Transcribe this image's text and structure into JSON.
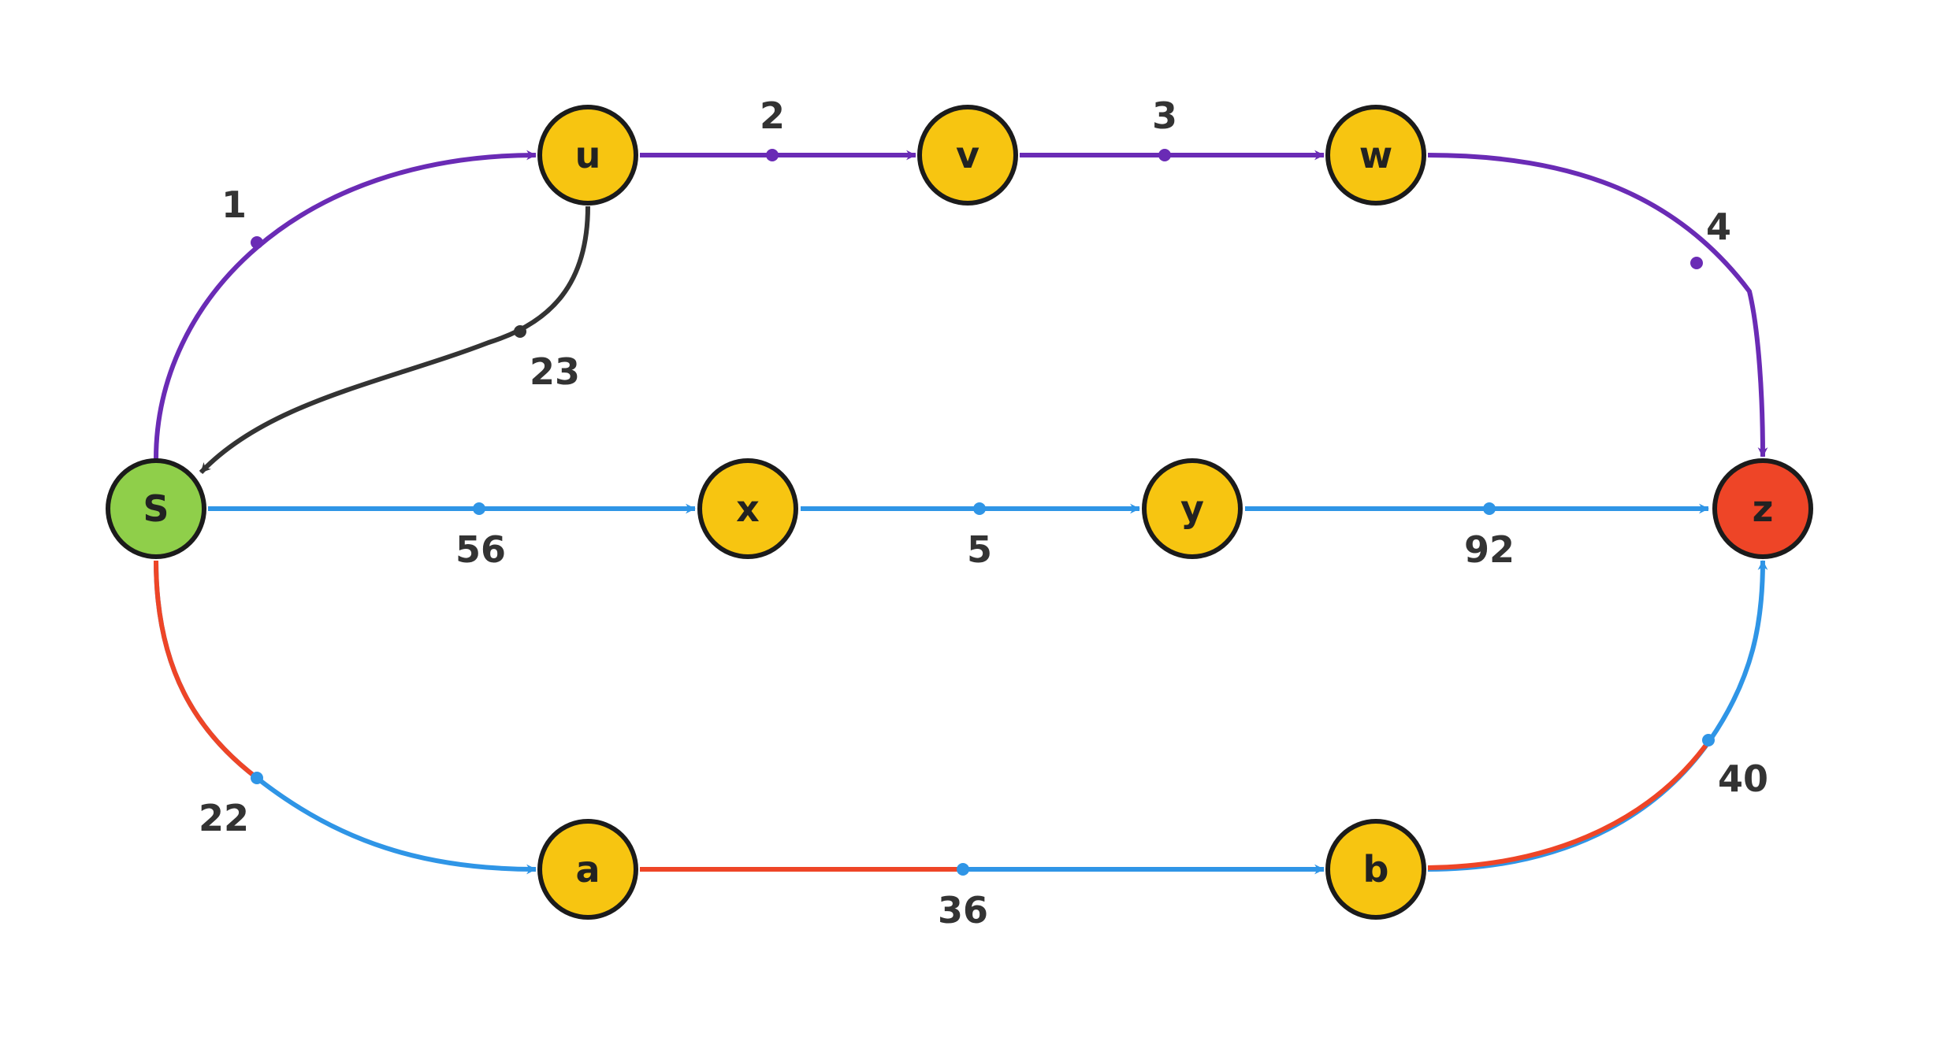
{
  "colors": {
    "background": "#ffffff",
    "node_outline": "#1b1b1b",
    "node_default": "#f7c511",
    "node_source": "#8fcf4a",
    "node_target": "#ee4527",
    "purple": "#6a2bb5",
    "blue": "#2f95e6",
    "red": "#ee4527",
    "dark": "#333333"
  },
  "nodes": {
    "s": {
      "label": "S",
      "fill": "#8fcf4a"
    },
    "u": {
      "label": "u",
      "fill": "#f7c511"
    },
    "v": {
      "label": "v",
      "fill": "#f7c511"
    },
    "w": {
      "label": "w",
      "fill": "#f7c511"
    },
    "x": {
      "label": "x",
      "fill": "#f7c511"
    },
    "y": {
      "label": "y",
      "fill": "#f7c511"
    },
    "z": {
      "label": "z",
      "fill": "#ee4527"
    },
    "a": {
      "label": "a",
      "fill": "#f7c511"
    },
    "b": {
      "label": "b",
      "fill": "#f7c511"
    }
  },
  "edges": {
    "s_u": {
      "from": "S",
      "to": "u",
      "weight": "1",
      "color": "#6a2bb5"
    },
    "u_v": {
      "from": "u",
      "to": "v",
      "weight": "2",
      "color": "#6a2bb5"
    },
    "v_w": {
      "from": "v",
      "to": "w",
      "weight": "3",
      "color": "#6a2bb5"
    },
    "w_z": {
      "from": "w",
      "to": "z",
      "weight": "4",
      "color": "#6a2bb5"
    },
    "u_s": {
      "from": "u",
      "to": "S",
      "weight": "23",
      "color": "#333333"
    },
    "s_x": {
      "from": "S",
      "to": "x",
      "weight": "56",
      "color": "#2f95e6"
    },
    "x_y": {
      "from": "x",
      "to": "y",
      "weight": "5",
      "color": "#2f95e6"
    },
    "y_z": {
      "from": "y",
      "to": "z",
      "weight": "92",
      "color": "#2f95e6"
    },
    "s_a": {
      "from": "S",
      "to": "a",
      "weight": "22",
      "color": "#2f95e6",
      "highlight": "#ee4527"
    },
    "a_b": {
      "from": "a",
      "to": "b",
      "weight": "36",
      "color": "#2f95e6",
      "highlight": "#ee4527"
    },
    "b_z": {
      "from": "b",
      "to": "z",
      "weight": "40",
      "color": "#2f95e6",
      "highlight": "#ee4527"
    }
  }
}
